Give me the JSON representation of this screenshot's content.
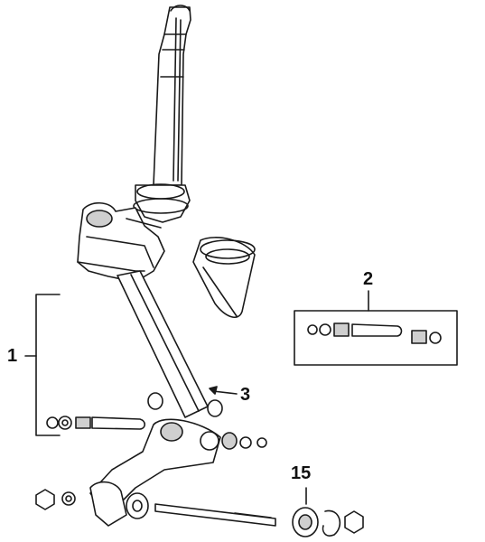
{
  "callouts": {
    "c1": "1",
    "c2": "2",
    "c3": "3",
    "c15": "15"
  },
  "colors": {
    "line": "#1a1a1a",
    "paper": "#ffffff",
    "shade": "#cfcfcf"
  },
  "icons": [
    "steering-column",
    "steering-head",
    "dust-cover",
    "pivot-kit",
    "swing-arm",
    "wheel-axle",
    "bearing",
    "circlip",
    "nut",
    "washer"
  ]
}
